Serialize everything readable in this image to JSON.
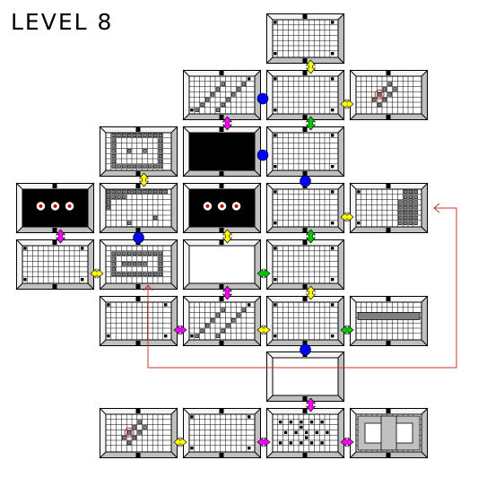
{
  "level_title": "LEVEL  8",
  "colors": {
    "grid_line": "#000000",
    "bevel_light": "#f4f4f4",
    "bevel_dark": "#c0c0c0",
    "arrow_yellow": "#ffff00",
    "arrow_magenta": "#ff00ff",
    "arrow_green": "#00cc00",
    "door_blue": "#0000ff",
    "route_red": "#cc3333",
    "room_black": "#000000",
    "block_fill": "#808080"
  },
  "rooms": [
    {
      "id": "r-3-0",
      "col": 3,
      "row": 0,
      "type": "grid"
    },
    {
      "id": "r-2-1",
      "col": 2,
      "row": 1,
      "type": "diagonal"
    },
    {
      "id": "r-3-1",
      "col": 3,
      "row": 1,
      "type": "grid"
    },
    {
      "id": "r-4-1",
      "col": 4,
      "row": 1,
      "type": "diamond"
    },
    {
      "id": "r-1-2",
      "col": 1,
      "row": 2,
      "type": "blocks-ring"
    },
    {
      "id": "r-2-2",
      "col": 2,
      "row": 2,
      "type": "dark"
    },
    {
      "id": "r-3-2",
      "col": 3,
      "row": 2,
      "type": "grid"
    },
    {
      "id": "r-0-3",
      "col": 0,
      "row": 3,
      "type": "dark-eyes"
    },
    {
      "id": "r-1-3",
      "col": 1,
      "row": 3,
      "type": "blocks-top"
    },
    {
      "id": "r-2-3",
      "col": 2,
      "row": 3,
      "type": "dark-eyes"
    },
    {
      "id": "r-3-3",
      "col": 3,
      "row": 3,
      "type": "grid"
    },
    {
      "id": "r-4-3",
      "col": 4,
      "row": 3,
      "type": "blocks-right"
    },
    {
      "id": "r-0-4",
      "col": 0,
      "row": 4,
      "type": "grid"
    },
    {
      "id": "r-1-4",
      "col": 1,
      "row": 4,
      "type": "blocks-maze"
    },
    {
      "id": "r-2-4",
      "col": 2,
      "row": 4,
      "type": "empty"
    },
    {
      "id": "r-3-4",
      "col": 3,
      "row": 4,
      "type": "grid"
    },
    {
      "id": "r-1-5",
      "col": 1,
      "row": 5,
      "type": "grid"
    },
    {
      "id": "r-2-5",
      "col": 2,
      "row": 5,
      "type": "diagonal"
    },
    {
      "id": "r-3-5",
      "col": 3,
      "row": 5,
      "type": "grid"
    },
    {
      "id": "r-4-5",
      "col": 4,
      "row": 5,
      "type": "bar"
    },
    {
      "id": "r-3-6",
      "col": 3,
      "row": 6,
      "type": "empty"
    },
    {
      "id": "r-1-7",
      "col": 1,
      "row": 7,
      "type": "diamond"
    },
    {
      "id": "r-2-7",
      "col": 2,
      "row": 7,
      "type": "grid"
    },
    {
      "id": "r-3-7",
      "col": 3,
      "row": 7,
      "type": "cross"
    },
    {
      "id": "r-4-7",
      "col": 4,
      "row": 7,
      "type": "maze"
    }
  ],
  "arrows": [
    {
      "id": "a1",
      "between": [
        "r-3-0",
        "r-3-1"
      ],
      "dir": "v",
      "color": "yellow"
    },
    {
      "id": "a2",
      "between": [
        "r-3-1",
        "r-4-1"
      ],
      "dir": "h",
      "color": "yellow"
    },
    {
      "id": "a3",
      "between": [
        "r-2-1",
        "r-2-2"
      ],
      "dir": "v",
      "color": "magenta"
    },
    {
      "id": "a4",
      "between": [
        "r-3-1",
        "r-3-2"
      ],
      "dir": "v",
      "color": "green"
    },
    {
      "id": "a5",
      "between": [
        "r-1-2",
        "r-1-3"
      ],
      "dir": "v",
      "color": "yellow"
    },
    {
      "id": "a6",
      "between": [
        "r-3-3",
        "r-4-3"
      ],
      "dir": "h",
      "color": "yellow"
    },
    {
      "id": "a7",
      "between": [
        "r-0-3",
        "r-0-4"
      ],
      "dir": "v",
      "color": "magenta"
    },
    {
      "id": "a8",
      "between": [
        "r-3-3",
        "r-3-4"
      ],
      "dir": "v",
      "color": "green"
    },
    {
      "id": "a9",
      "between": [
        "r-2-3",
        "r-2-4"
      ],
      "dir": "v",
      "color": "yellow"
    },
    {
      "id": "a10",
      "between": [
        "r-0-4",
        "r-1-4"
      ],
      "dir": "h",
      "color": "yellow"
    },
    {
      "id": "a11",
      "between": [
        "r-2-4",
        "r-3-4"
      ],
      "dir": "h",
      "color": "green"
    },
    {
      "id": "a12",
      "between": [
        "r-2-4",
        "r-2-5"
      ],
      "dir": "v",
      "color": "magenta"
    },
    {
      "id": "a13",
      "between": [
        "r-3-4",
        "r-3-5"
      ],
      "dir": "v",
      "color": "yellow"
    },
    {
      "id": "a14",
      "between": [
        "r-1-5",
        "r-2-5"
      ],
      "dir": "h",
      "color": "magenta"
    },
    {
      "id": "a15",
      "between": [
        "r-2-5",
        "r-3-5"
      ],
      "dir": "h",
      "color": "yellow"
    },
    {
      "id": "a16",
      "between": [
        "r-3-5",
        "r-4-5"
      ],
      "dir": "h",
      "color": "green"
    },
    {
      "id": "a17",
      "between": [
        "r-3-6",
        "r-3-7"
      ],
      "dir": "v",
      "color": "magenta"
    },
    {
      "id": "a18",
      "between": [
        "r-1-7",
        "r-2-7"
      ],
      "dir": "h",
      "color": "yellow"
    },
    {
      "id": "a19",
      "between": [
        "r-2-7",
        "r-3-7"
      ],
      "dir": "h",
      "color": "magenta"
    },
    {
      "id": "a20",
      "between": [
        "r-3-7",
        "r-4-7"
      ],
      "dir": "h",
      "color": "magenta"
    }
  ],
  "blue_doors": [
    {
      "id": "b1",
      "near": "r-3-1",
      "side": "left"
    },
    {
      "id": "b2",
      "near": "r-3-2",
      "side": "left"
    },
    {
      "id": "b3",
      "near": "r-3-3",
      "side": "top"
    },
    {
      "id": "b4",
      "near": "r-1-4",
      "side": "top"
    },
    {
      "id": "b5",
      "near": "r-3-6",
      "side": "top"
    }
  ]
}
